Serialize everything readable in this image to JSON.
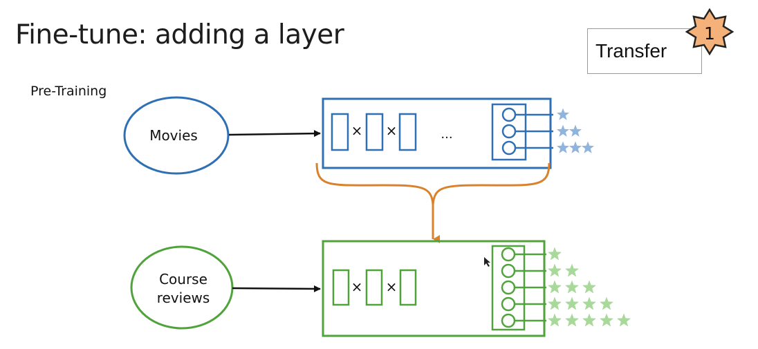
{
  "slide": {
    "title": "Fine-tune: adding a layer",
    "pretraining_label": "Pre-Training"
  },
  "transfer_box": {
    "label": "Transfer",
    "badge_number": "1"
  },
  "top_model": {
    "input_label": "Movies",
    "multiply_symbol": "×",
    "ellipsis": "...",
    "output_units": 3,
    "color": "#2f6fb4",
    "star_color": "#8fb4dd"
  },
  "bottom_model": {
    "input_label_line1": "Course",
    "input_label_line2": "reviews",
    "multiply_symbol": "×",
    "output_units": 5,
    "color": "#4fa33a",
    "star_color": "#a8d99a"
  },
  "transfer_arrow_color": "#d9822b",
  "badge_color": "#f4b27a"
}
